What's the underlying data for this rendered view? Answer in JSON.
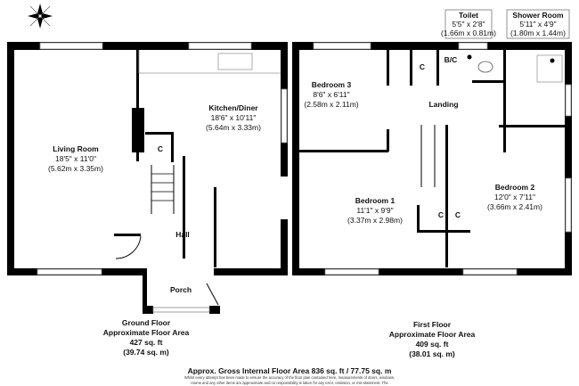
{
  "compass": {
    "icon": "compass-rose-icon"
  },
  "ground_floor": {
    "rooms": {
      "living_room": {
        "name": "Living Room",
        "imperial": "18'5\" x 11'0\"",
        "metric": "(5.62m x 3.35m)"
      },
      "kitchen_diner": {
        "name": "Kitchen/Diner",
        "imperial": "18'6\" x 10'11\"",
        "metric": "(5.64m x 3.33m)"
      },
      "cupboard": "C",
      "hall": "Hall",
      "porch": "Porch"
    },
    "summary": {
      "title": "Ground Floor",
      "subtitle": "Approximate Floor Area",
      "sqft": "427 sq. ft",
      "sqm": "(39.74 sq. m)"
    }
  },
  "first_floor": {
    "rooms": {
      "bedroom3": {
        "name": "Bedroom 3",
        "imperial": "8'6\" x 6'11\"",
        "metric": "(2.58m x 2.11m)"
      },
      "bedroom1": {
        "name": "Bedroom 1",
        "imperial": "11'1\" x 9'9\"",
        "metric": "(3.37m x 2.98m)"
      },
      "bedroom2": {
        "name": "Bedroom 2",
        "imperial": "12'0\" x 7'11\"",
        "metric": "(3.66m x 2.41m)"
      },
      "landing": "Landing",
      "cupboard_top": "C",
      "boiler_cupboard": "B/C",
      "cupboard_left": "C",
      "cupboard_right": "C",
      "toilet": {
        "name": "Toilet",
        "imperial": "5'5\" x 2'8\"",
        "metric": "(1.66m x 0.81m)"
      },
      "shower_room": {
        "name": "Shower Room",
        "imperial": "5'11\" x 4'9\"",
        "metric": "(1.80m x 1.44m)"
      }
    },
    "summary": {
      "title": "First Floor",
      "subtitle": "Approximate Floor Area",
      "sqft": "409 sq. ft",
      "sqm": "(38.01 sq. m)"
    }
  },
  "footer": {
    "gross": "Approx. Gross Internal Floor Area 836 sq. ft / 77.75 sq. m",
    "disclaimer1": "Whilst every attempt has been made to ensure the accuracy of the floor plan contained here, measurements of doors, windows,",
    "disclaimer2": "rooms and any other items are approximate and no responsibility is taken for any error, omission, or mis-statement. The"
  }
}
